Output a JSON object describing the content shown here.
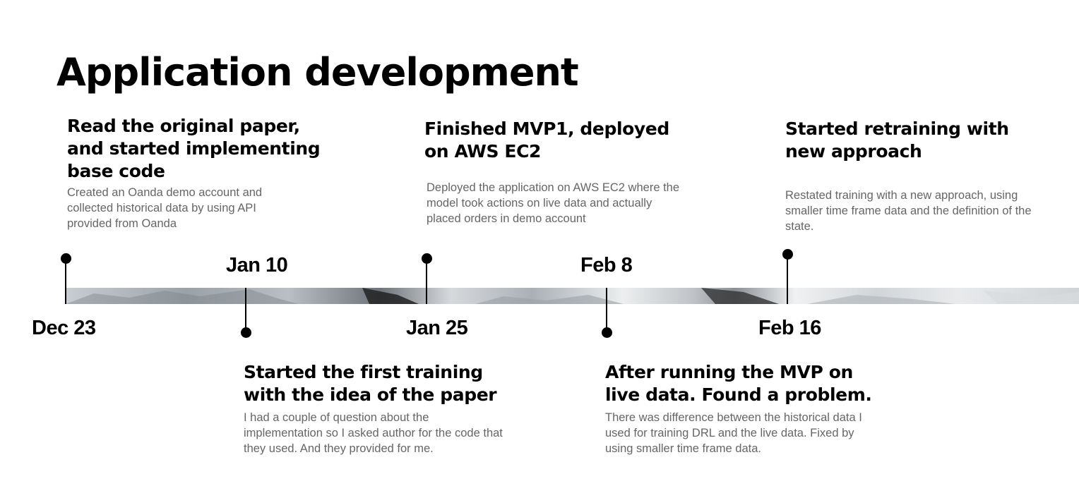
{
  "title": "Application development",
  "events": [
    {
      "date": "Dec 23",
      "title": "Read the original paper, and started implementing base code",
      "description": "Created an Oanda demo account and collected historical data by using API provided from Oanda"
    },
    {
      "date": "Jan 10",
      "title": "Started the first training with the idea of the paper",
      "description": "I had a couple of question about the implementation so I asked author for the code that they used. And they provided for me."
    },
    {
      "date": "Jan 25",
      "title": "Finished MVP1, deployed on AWS EC2",
      "description": "Deployed the application on AWS EC2 where the model took  actions on live data and actually placed orders in demo account"
    },
    {
      "date": "Feb 8",
      "title": "After running the MVP on live data. Found a problem.",
      "description": "There was difference between the historical data I used for training DRL and the live data. Fixed by using smaller time frame data."
    },
    {
      "date": "Feb 16",
      "title": "Started retraining with new approach",
      "description": "Restated training with a new approach, using smaller time frame data and the definition of the state."
    }
  ]
}
